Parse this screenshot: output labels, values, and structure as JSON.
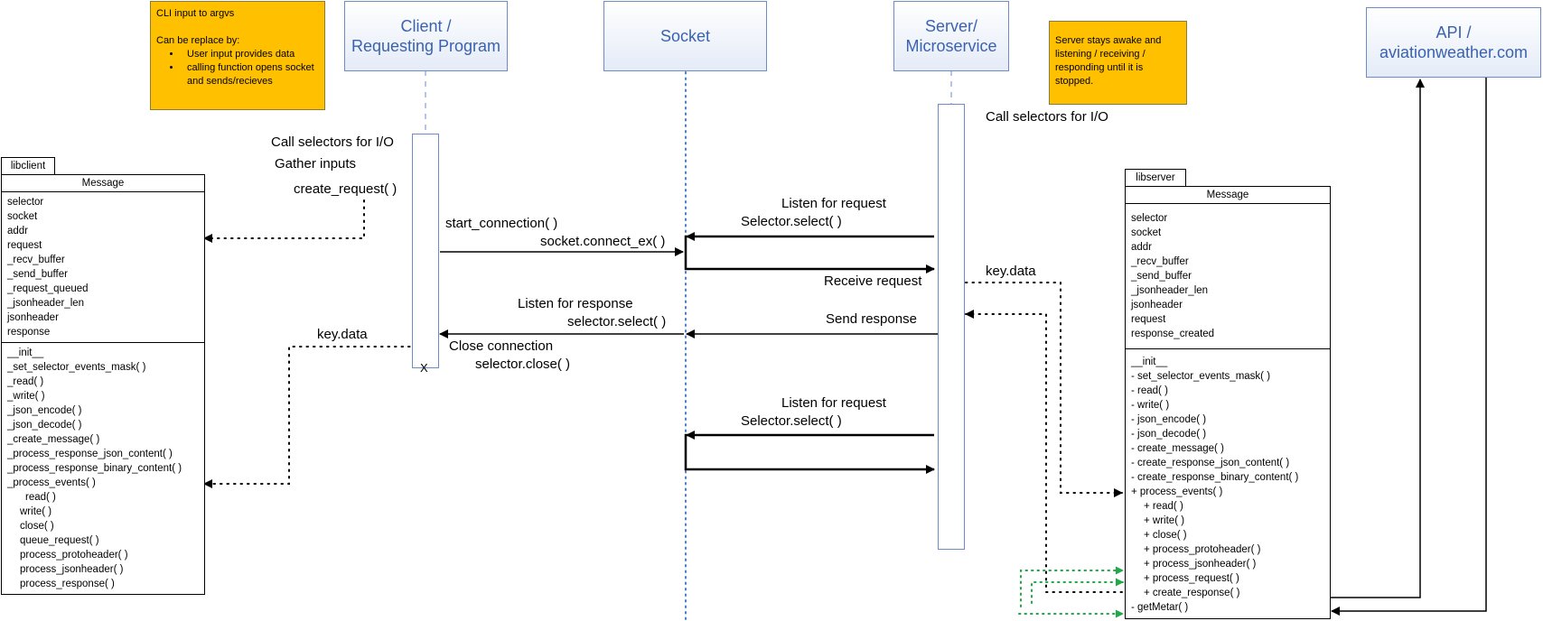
{
  "lifelines": {
    "client": "Client /\nRequesting Program",
    "socket": "Socket",
    "server": "Server/\nMicroservice",
    "api": "API /\naviationweather.com"
  },
  "notes": {
    "cli": {
      "line1": "CLI input to argvs",
      "line2": "Can be replace by:",
      "bullets": [
        "User input provides data",
        "calling function opens socket and sends/recieves"
      ]
    },
    "server": "Server stays awake and listening / receiving / responding until it is stopped."
  },
  "labels": {
    "client_selectors": "Call selectors for I/O",
    "gather_inputs": "Gather inputs",
    "create_request": "create_request( )",
    "start_connection": "start_connection( )",
    "connect_ex": "socket.connect_ex( )",
    "listen_request_1": "Listen for request",
    "selector_select_1": "Selector.select( )",
    "receive_request": "Receive request",
    "server_selectors": "Call selectors for I/O",
    "key_data_server": "key.data",
    "listen_response": "Listen for response",
    "selector_select_client": "selector.select( )",
    "send_response": "Send response",
    "key_data_client": "key.data",
    "close_connection": "Close connection",
    "selector_close": "selector.close( )",
    "terminate_x": "X",
    "listen_request_2": "Listen for request",
    "selector_select_2": "Selector.select( )"
  },
  "libclient": {
    "package": "libclient",
    "class_name": "Message",
    "attributes": [
      "selector",
      "socket",
      "addr",
      "request",
      "_recv_buffer",
      "_send_buffer",
      "_request_queued",
      "_jsonheader_len",
      "jsonheader",
      "response"
    ],
    "methods": [
      {
        "text": "__init__",
        "indent": false
      },
      {
        "text": "_set_selector_events_mask( )",
        "indent": false
      },
      {
        "text": "_read( )",
        "indent": false
      },
      {
        "text": "_write( )",
        "indent": false
      },
      {
        "text": "_json_encode( )",
        "indent": false
      },
      {
        "text": "_json_decode( )",
        "indent": false
      },
      {
        "text": "_create_message( )",
        "indent": false
      },
      {
        "text": "_process_response_json_content( )",
        "indent": false
      },
      {
        "text": "_process_response_binary_content( )",
        "indent": false
      },
      {
        "text": "_process_events( )",
        "indent": false
      },
      {
        "text": "read( )",
        "indent": true,
        "extra": true
      },
      {
        "text": "write( )",
        "indent": true
      },
      {
        "text": "close( )",
        "indent": true
      },
      {
        "text": "queue_request( )",
        "indent": true
      },
      {
        "text": "process_protoheader( )",
        "indent": true
      },
      {
        "text": "process_jsonheader( )",
        "indent": true
      },
      {
        "text": "process_response( )",
        "indent": true
      }
    ]
  },
  "libserver": {
    "package": "libserver",
    "class_name": "Message",
    "attributes": [
      "selector",
      "socket",
      "addr",
      "_recv_buffer",
      "_send_buffer",
      "_jsonheader_len",
      "jsonheader",
      "request",
      "response_created"
    ],
    "methods": [
      {
        "text": "__init__",
        "indent": false
      },
      {
        "text": "- set_selector_events_mask( )",
        "indent": false
      },
      {
        "text": "- read( )",
        "indent": false
      },
      {
        "text": "- write( )",
        "indent": false
      },
      {
        "text": "- json_encode( )",
        "indent": false
      },
      {
        "text": "- json_decode( )",
        "indent": false
      },
      {
        "text": "- create_message( )",
        "indent": false
      },
      {
        "text": "- create_response_json_content( )",
        "indent": false
      },
      {
        "text": "- create_response_binary_content( )",
        "indent": false
      },
      {
        "text": "+ process_events( )",
        "indent": false
      },
      {
        "text": "+ read( )",
        "indent": true
      },
      {
        "text": "+ write( )",
        "indent": true
      },
      {
        "text": "+ close( )",
        "indent": true
      },
      {
        "text": "+ process_protoheader( )",
        "indent": true
      },
      {
        "text": "+ process_jsonheader( )",
        "indent": true
      },
      {
        "text": "+ process_request( )",
        "indent": true
      },
      {
        "text": "+ create_response( )",
        "indent": true
      },
      {
        "text": "- getMetar( )",
        "indent": false
      }
    ]
  },
  "colors": {
    "header_text": "#3a62b0",
    "header_border": "#6e8bc7",
    "note_fill": "#ffc000",
    "socket_lifeline": "#4a7fc8",
    "green_arrows": "#22a84a"
  }
}
